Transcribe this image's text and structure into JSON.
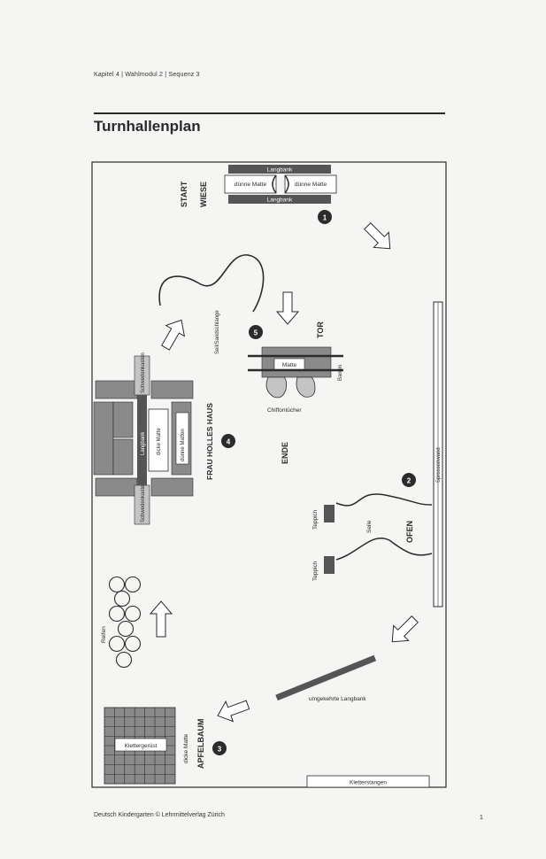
{
  "header": {
    "breadcrumb": "Kapitel 4 | Wahlmodul 2 | Sequenz 3"
  },
  "title": "Turnhallenplan",
  "footer": {
    "text": "Deutsch Kindergarten © Lehrmittelverlag Zürich",
    "page_number": "1"
  },
  "stations": {
    "start": {
      "label_start": "START",
      "label_wiese": "WIESE",
      "number": "1",
      "langbank_top": "Langbank",
      "langbank_bottom": "Langbank",
      "matte_left": "dünne Matte",
      "matte_right": "dünne Matte"
    },
    "ofen": {
      "label": "OFEN",
      "number": "2",
      "teppich_top": "Teppich",
      "teppich_bottom": "Teppich",
      "seile": "Seile",
      "sprossenwand": "Sprossenwand"
    },
    "langbank_diag": {
      "label": "umgekehrte Langbank"
    },
    "apfelbaum": {
      "label": "APFELBAUM",
      "number": "3",
      "klettergeruest": "Klettergerüst",
      "dicke_matte": "dicke Matte",
      "kletterstangen": "Kletterstangen"
    },
    "reifen": {
      "label": "Reifen"
    },
    "frau_holle": {
      "label": "FRAU HOLLES HAUS",
      "number": "4",
      "schwedenkasten_top": "Schwedenkasten",
      "schwedenkasten_bottom": "Schwedenkasten",
      "langbank": "Langbank",
      "dicke_matte": "dicke Matte",
      "duenne_matten": "dünne Matten"
    },
    "tor": {
      "label": "TOR",
      "number": "5",
      "seil": "Seil/Sandschlange",
      "matte": "Matte",
      "barren": "Barren",
      "chiffon": "Chiffontücher",
      "ende": "ENDE"
    }
  },
  "colors": {
    "ink": "#2b2b2b",
    "gray": "#8c8c8c",
    "dark_gray": "#555555",
    "light_gray": "#c4c4c4"
  }
}
